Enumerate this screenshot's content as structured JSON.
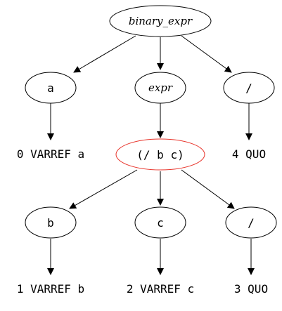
{
  "graph": {
    "nodes": {
      "root": {
        "label": "binary_expr",
        "shape": "ellipse",
        "style": "italic"
      },
      "a": {
        "label": "a",
        "shape": "ellipse",
        "style": "mono"
      },
      "expr": {
        "label": "expr",
        "shape": "ellipse",
        "style": "italic"
      },
      "div1": {
        "label": "/",
        "shape": "ellipse",
        "style": "mono"
      },
      "varref_a": {
        "label": "0 VARREF a",
        "shape": "plaintext",
        "style": "mono"
      },
      "inner": {
        "label": "(/ b c)",
        "shape": "ellipse",
        "style": "mono",
        "color": "#e8342b"
      },
      "quo4": {
        "label": "4 QUO",
        "shape": "plaintext",
        "style": "mono"
      },
      "b": {
        "label": "b",
        "shape": "ellipse",
        "style": "mono"
      },
      "c": {
        "label": "c",
        "shape": "ellipse",
        "style": "mono"
      },
      "div2": {
        "label": "/",
        "shape": "ellipse",
        "style": "mono"
      },
      "varref_b": {
        "label": "1 VARREF b",
        "shape": "plaintext",
        "style": "mono"
      },
      "varref_c": {
        "label": "2 VARREF c",
        "shape": "plaintext",
        "style": "mono"
      },
      "quo3": {
        "label": "3 QUO",
        "shape": "plaintext",
        "style": "mono"
      }
    },
    "edges": [
      [
        "root",
        "a"
      ],
      [
        "root",
        "expr"
      ],
      [
        "root",
        "div1"
      ],
      [
        "a",
        "varref_a"
      ],
      [
        "expr",
        "inner"
      ],
      [
        "div1",
        "quo4"
      ],
      [
        "inner",
        "b"
      ],
      [
        "inner",
        "c"
      ],
      [
        "inner",
        "div2"
      ],
      [
        "b",
        "varref_b"
      ],
      [
        "c",
        "varref_c"
      ],
      [
        "div2",
        "quo3"
      ]
    ]
  }
}
